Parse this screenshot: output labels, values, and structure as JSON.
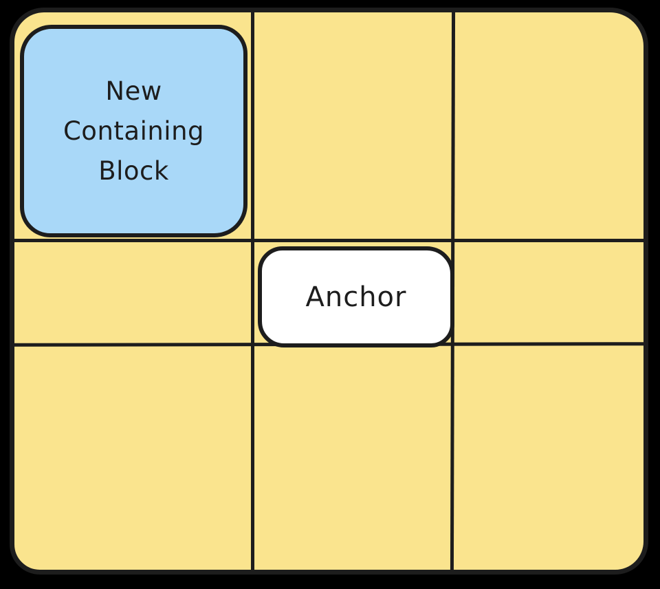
{
  "diagram": {
    "background_color": "#000000",
    "ink_color": "#1d1d1d",
    "container": {
      "name": "containing-grid",
      "fill_color": "#FAE48E",
      "rows": 3,
      "cols": 3
    },
    "new_containing_block": {
      "label": "New\nContaining\nBlock",
      "fill_color": "#A9D8F8",
      "grid_cell": "row 1, column 1"
    },
    "anchor": {
      "label": "Anchor",
      "fill_color": "#FFFFFF",
      "grid_cell": "row 2, column 2"
    }
  }
}
